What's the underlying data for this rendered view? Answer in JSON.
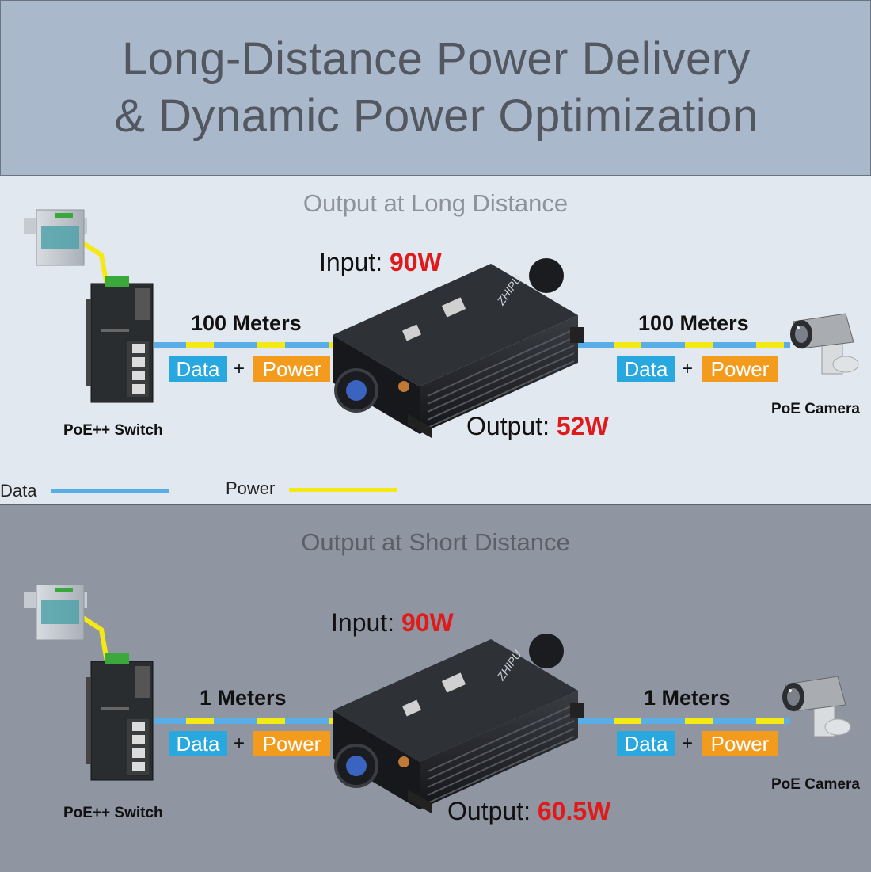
{
  "header": {
    "title_line1": "Long-Distance Power Delivery",
    "title_line2": "& Dynamic Power Optimization"
  },
  "long_distance": {
    "section_title": "Output at Long Distance",
    "input_label": "Input:",
    "input_value": "90W",
    "output_label": "Output:",
    "output_value": "52W",
    "left_distance": "100 Meters",
    "right_distance": "100 Meters",
    "data_tag": "Data",
    "plus": "+",
    "power_tag": "Power",
    "switch_caption": "PoE++ Switch",
    "camera_caption": "PoE Camera"
  },
  "legend": {
    "data_label": "Data",
    "power_label": "Power",
    "data_color": "#5aaee8",
    "power_color": "#f5e915"
  },
  "short_distance": {
    "section_title": "Output at Short Distance",
    "input_label": "Input:",
    "input_value": "90W",
    "output_label": "Output:",
    "output_value": "60.5W",
    "left_distance": "1 Meters",
    "right_distance": "1 Meters",
    "data_tag": "Data",
    "plus": "+",
    "power_tag": "Power",
    "switch_caption": "PoE++ Switch",
    "camera_caption": "PoE Camera"
  },
  "device": {
    "brand_text": "ZHIPU"
  }
}
